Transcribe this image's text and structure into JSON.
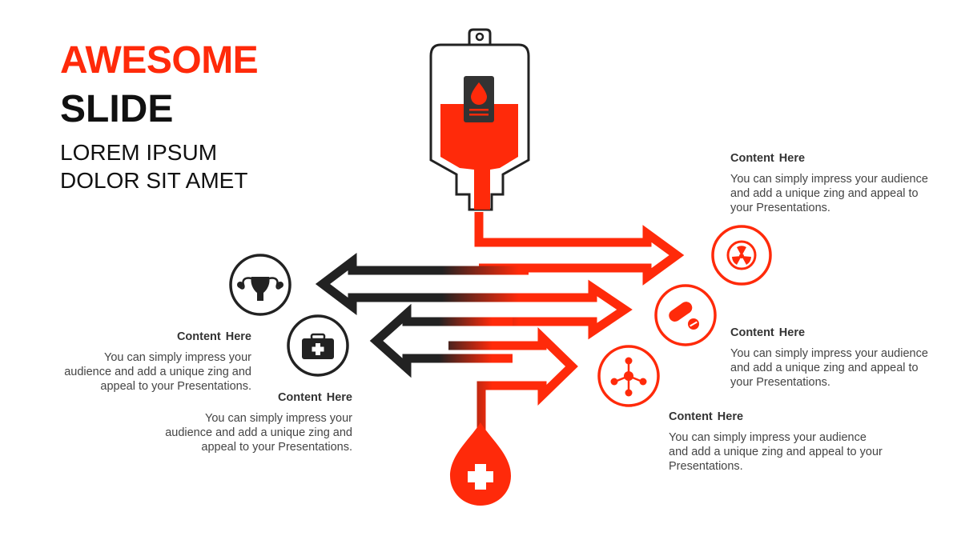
{
  "title": {
    "line1": "AWESOME",
    "line2": "SLIDE"
  },
  "subtitle": {
    "line1": "LOREM IPSUM",
    "line2": "DOLOR SIT AMET"
  },
  "colors": {
    "accent": "#ff2a0a",
    "dark": "#222222",
    "text": "#444444"
  },
  "blocks": [
    {
      "heading": "Content  Here",
      "text": "You can simply impress your audience and add a unique zing and appeal to your Presentations."
    },
    {
      "heading": "Content  Here",
      "text": "You can simply impress your audience and add a unique zing and appeal to your Presentations."
    },
    {
      "heading": "Content  Here",
      "text": "You can simply impress your audience and add a unique zing and appeal to your Presentations."
    },
    {
      "heading": "Content  Here",
      "text": "You can simply impress your audience and add a unique zing and appeal to your Presentations."
    },
    {
      "heading": "Content  Here",
      "text": "You can simply impress your audience and add a unique zing and appeal to your Presentations."
    }
  ],
  "icons": [
    "iv-bag-icon",
    "radiation-icon",
    "pill-icon",
    "molecule-icon",
    "uterus-icon",
    "first-aid-kit-icon",
    "blood-drop-cross-icon"
  ]
}
